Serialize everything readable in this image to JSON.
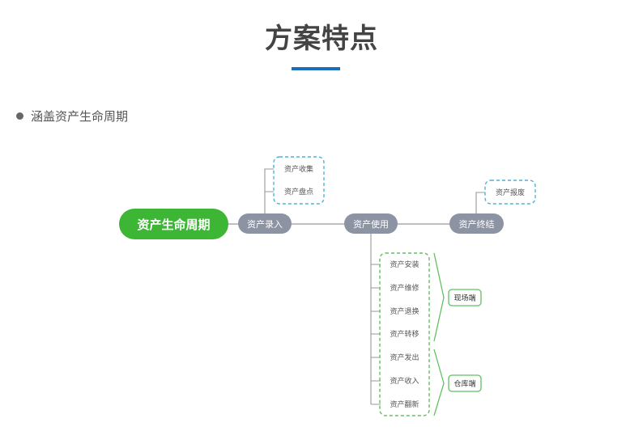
{
  "header": {
    "title": "方案特点",
    "accent_color": "#1b6fb8"
  },
  "bullet": {
    "text": "涵盖资产生命周期"
  },
  "diagram": {
    "root": "资产生命周期",
    "stages": [
      "资产录入",
      "资产使用",
      "资产终结"
    ],
    "entry_items": [
      "资产收集",
      "资产盘点"
    ],
    "end_items": [
      "资产报废"
    ],
    "use_items": [
      "资产安装",
      "资产维修",
      "资产退换",
      "资产转移",
      "资产发出",
      "资产收入",
      "资产翻新"
    ],
    "groups": [
      "现场端",
      "仓库端"
    ],
    "colors": {
      "root": "#3db535",
      "stage": "#8c93a3",
      "blue_dashed": "#4fb3d6",
      "green_dashed": "#62c062",
      "connector": "#999999"
    }
  }
}
